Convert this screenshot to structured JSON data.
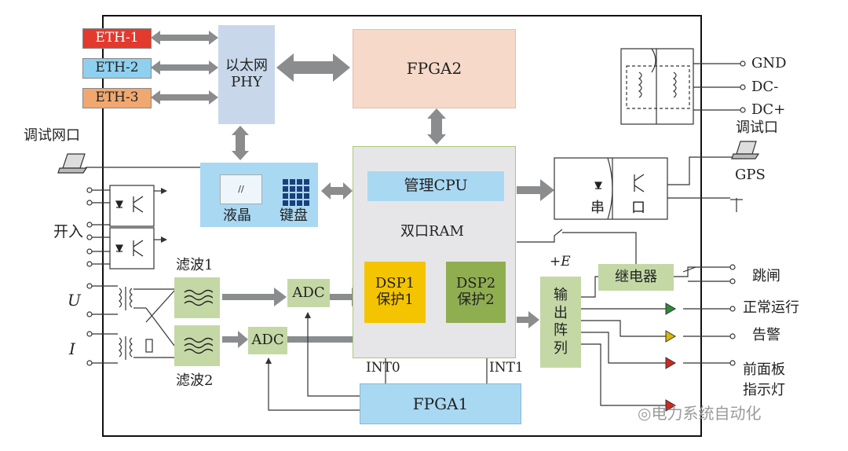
{
  "eth_ports": [
    {
      "label": "ETH-1",
      "color": "#e23a2e"
    },
    {
      "label": "ETH-2",
      "color": "#8fd0ef"
    },
    {
      "label": "ETH-3",
      "color": "#f0a870"
    }
  ],
  "phy": {
    "line1": "以太网",
    "line2": "PHY",
    "color": "#c8d8ea"
  },
  "fpga2": {
    "label": "FPGA2",
    "color": "#f6d9c8"
  },
  "fpga1": {
    "label": "FPGA1",
    "color": "#a9d8f2"
  },
  "hmi": {
    "lcd_label": "液晶",
    "lcd_symbol": "//",
    "keypad_label": "键盘",
    "color": "#a9d8f2"
  },
  "debug_net_label": "调试网口",
  "core": {
    "cpu_label": "管理CPU",
    "ram_label": "双口RAM",
    "cpu_color": "#a9d8f2"
  },
  "dsp1": {
    "line1": "DSP1",
    "line2": "保护1",
    "color": "#f5c400"
  },
  "dsp2": {
    "line1": "DSP2",
    "line2": "保护2",
    "color": "#8fae50"
  },
  "interrupts": {
    "int0": "INT0",
    "int1": "INT1"
  },
  "binary_input_label": "开入",
  "analog": {
    "u_label": "U",
    "i_label": "I"
  },
  "filters": {
    "f1": "滤波1",
    "f2": "滤波2",
    "adc": "ADC"
  },
  "serial": {
    "char1": "串",
    "char2": "口"
  },
  "power": {
    "gnd": "GND",
    "dcm": "DC-",
    "dcp": "DC+",
    "debug_port": "调试口"
  },
  "gps_label": "GPS",
  "output_matrix": {
    "chars": [
      "输",
      "出",
      "阵",
      "列"
    ]
  },
  "supply_label": "+E",
  "relay": {
    "label": "继电器",
    "trip": "跳闸"
  },
  "indicators": {
    "normal": "正常运行",
    "alarm": "告警",
    "panel_line1": "前面板",
    "panel_line2": "指示灯",
    "led_colors": [
      "#2e8b3a",
      "#d8b800",
      "#cc2a22",
      "#cc2a22"
    ]
  },
  "watermark": "电力系统自动化"
}
